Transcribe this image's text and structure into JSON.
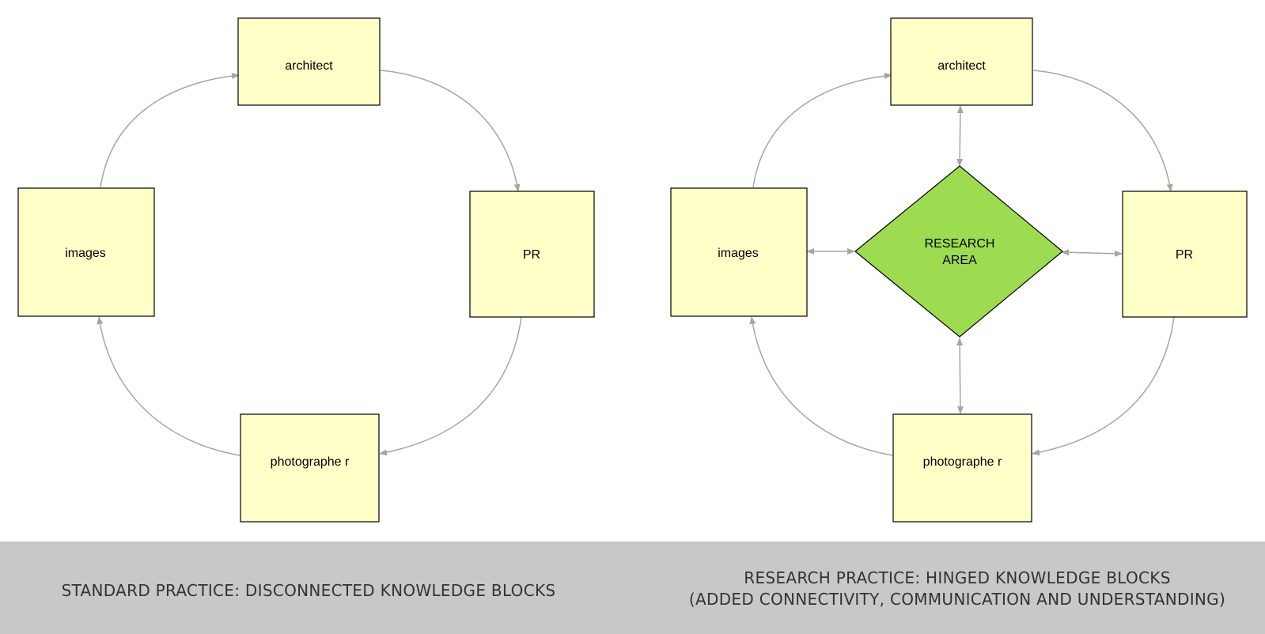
{
  "colors": {
    "box_fill": "#ffffc8",
    "diamond_fill": "#9ddb50",
    "arrow": "#a6a6a6",
    "band": "#c8c8c8",
    "caption_text": "#333333"
  },
  "left_diagram": {
    "nodes": {
      "architect": "architect",
      "images": "images",
      "pr": "PR",
      "photographer": "photographe r"
    },
    "caption": "STANDARD PRACTICE:  DISCONNECTED KNOWLEDGE BLOCKS"
  },
  "right_diagram": {
    "nodes": {
      "architect": "architect",
      "images": "images",
      "pr": "PR",
      "photographer": "photographe r",
      "research_line1": "RESEARCH",
      "research_line2": "AREA"
    },
    "caption_line1": "RESEARCH PRACTICE:  HINGED KNOWLEDGE BLOCKS",
    "caption_line2": "(ADDED CONNECTIVITY, COMMUNICATION AND UNDERSTANDING)"
  }
}
